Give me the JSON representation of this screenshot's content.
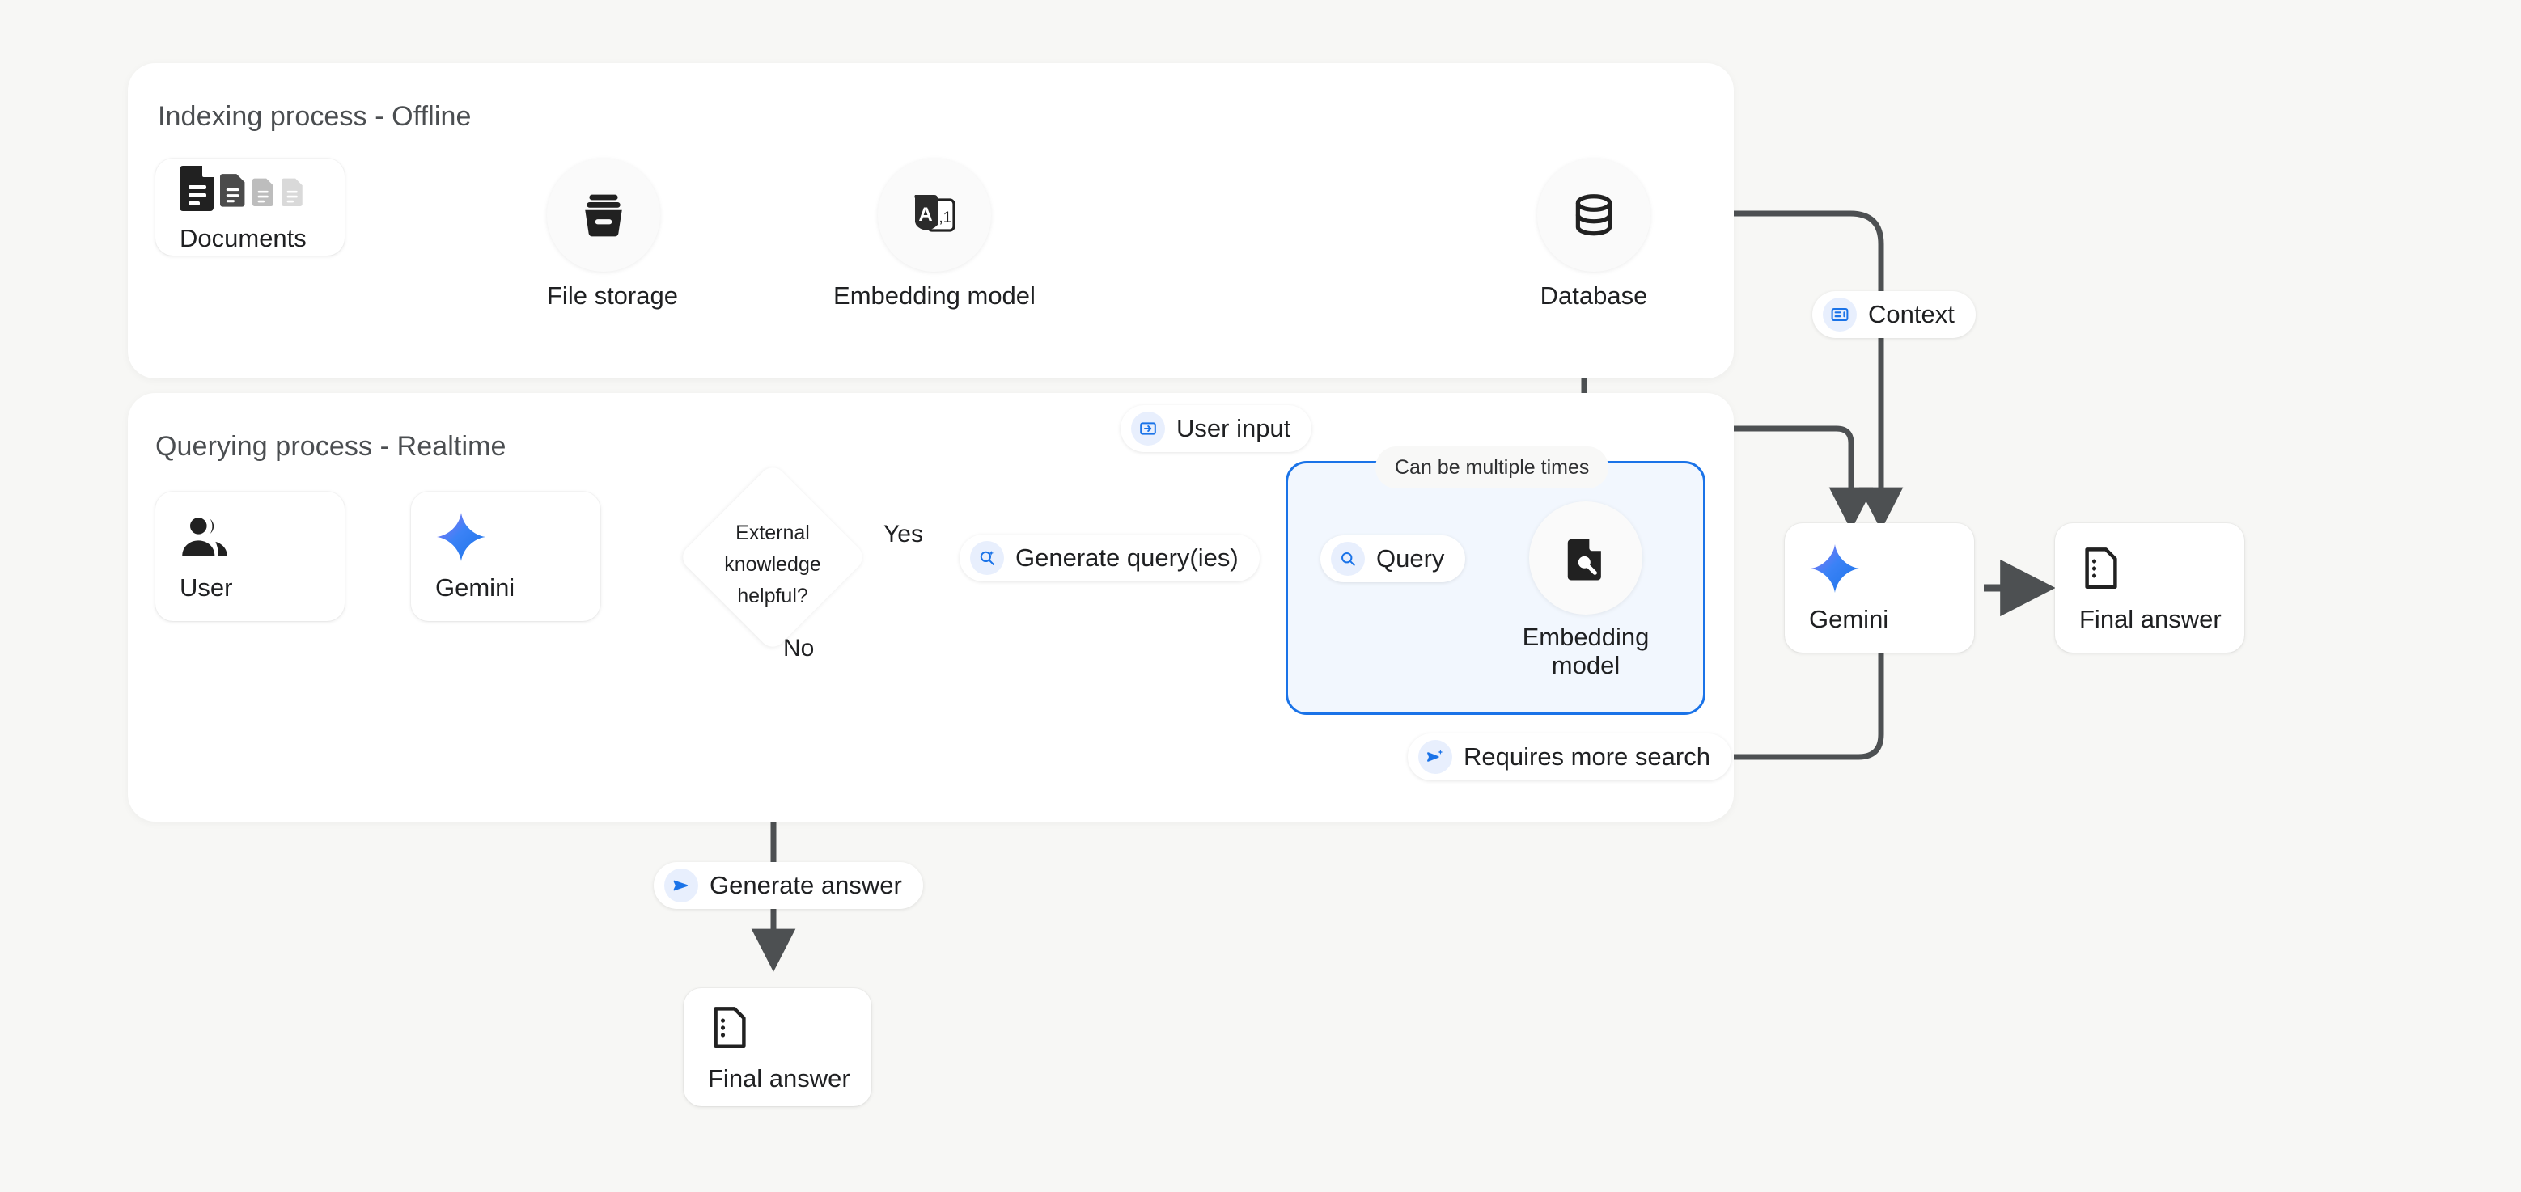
{
  "page": {
    "background": "#f7f7f5",
    "accent_blue": "#1a73e8",
    "wire_color": "#4d5052"
  },
  "panels": [
    {
      "id": "indexing",
      "title": "Indexing process - Offline"
    },
    {
      "id": "querying",
      "title": "Querying process - Realtime"
    }
  ],
  "indexing": {
    "title": "Indexing process - Offline",
    "nodes": [
      {
        "id": "documents",
        "label": "Documents",
        "icon": "documents-icon",
        "shape": "card"
      },
      {
        "id": "file_storage",
        "label": "File storage",
        "icon": "file-storage-icon",
        "shape": "circle"
      },
      {
        "id": "embedding_model",
        "label": "Embedding model",
        "icon": "text-to-vector-icon",
        "shape": "circle"
      },
      {
        "id": "database",
        "label": "Database",
        "icon": "database-icon",
        "shape": "circle"
      }
    ]
  },
  "querying": {
    "title": "Querying process - Realtime",
    "nodes": [
      {
        "id": "user",
        "label": "User",
        "icon": "user-group-icon",
        "shape": "card"
      },
      {
        "id": "gemini_in",
        "label": "Gemini",
        "icon": "gemini-spark-icon",
        "shape": "card"
      },
      {
        "id": "decision",
        "label": "External knowledge helpful?",
        "lines": [
          "External",
          "knowledge",
          "helpful?"
        ],
        "shape": "diamond"
      },
      {
        "id": "embedding_model_q",
        "label": "Embedding model",
        "lines": [
          "Embedding",
          "model"
        ],
        "icon": "document-search-icon",
        "shape": "circle"
      },
      {
        "id": "gemini_out",
        "label": "Gemini",
        "icon": "gemini-spark-icon",
        "shape": "card"
      },
      {
        "id": "final_answer_right",
        "label": "Final answer",
        "icon": "answer-doc-icon",
        "shape": "card"
      },
      {
        "id": "final_answer_bottom",
        "label": "Final answer",
        "icon": "answer-doc-icon",
        "shape": "card"
      }
    ]
  },
  "chips": [
    {
      "id": "context",
      "label": "Context",
      "icon": "context-panel-icon"
    },
    {
      "id": "user_input",
      "label": "User input",
      "icon": "input-arrow-icon"
    },
    {
      "id": "generate_queries",
      "label": "Generate query(ies)",
      "icon": "search-spark-icon"
    },
    {
      "id": "query",
      "label": "Query",
      "icon": "search-icon"
    },
    {
      "id": "requires_more_search",
      "label": "Requires more search",
      "icon": "send-spark-icon"
    },
    {
      "id": "generate_answer",
      "label": "Generate answer",
      "icon": "send-icon"
    },
    {
      "id": "can_be_multiple_times",
      "label": "Can be multiple times",
      "icon": "none"
    }
  ],
  "edge_labels": [
    {
      "id": "yes",
      "label": "Yes"
    },
    {
      "id": "no",
      "label": "No"
    }
  ]
}
